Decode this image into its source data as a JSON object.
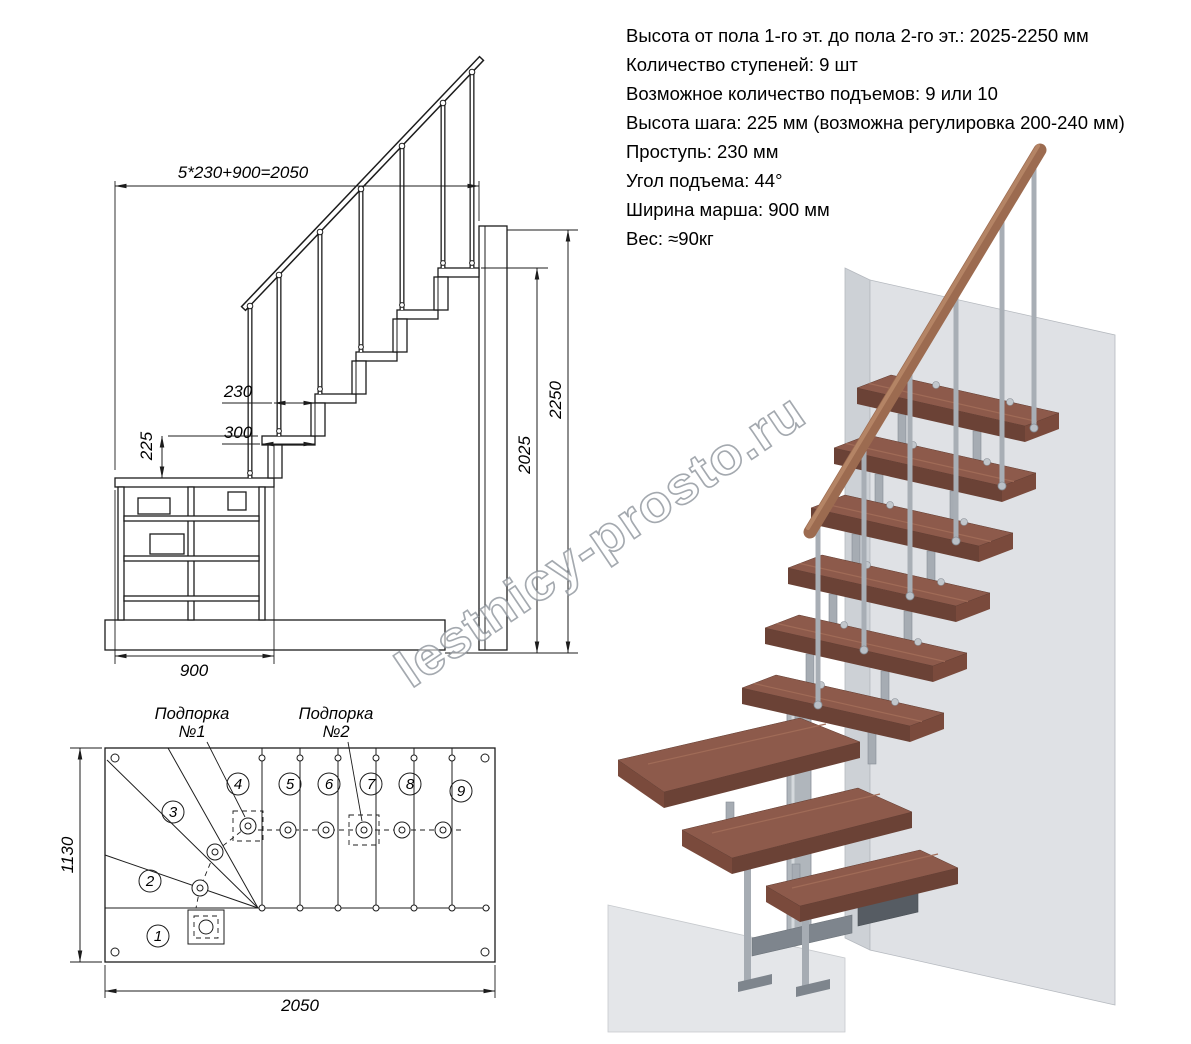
{
  "specs": {
    "lines": [
      "Высота от пола 1-го эт. до пола 2-го эт.: 2025-2250 мм",
      "Количество ступеней: 9 шт",
      "Возможное количество подъемов: 9 или 10",
      "Высота шага: 225 мм (возможна регулировка 200-240 мм)",
      "Проступь: 230 мм",
      "Угол подъема: 44°",
      "Ширина марша: 900 мм",
      "Вес: ≈90кг"
    ]
  },
  "side_view": {
    "dim_top": "5*230+900=2050",
    "dim_tread": "230",
    "dim_bottom_tread": "300",
    "dim_rise": "225",
    "dim_total": "2250",
    "dim_floor": "2025",
    "dim_march_width": "900"
  },
  "plan_view": {
    "support1": [
      "Подпорка",
      "№1"
    ],
    "support2": [
      "Подпорка",
      "№2"
    ],
    "dim_width": "1130",
    "dim_length": "2050",
    "steps": [
      "1",
      "2",
      "3",
      "4",
      "5",
      "6",
      "7",
      "8",
      "9"
    ]
  },
  "watermark": "lestnicy-prosto.ru",
  "colors": {
    "line": "#1c1c1c",
    "wood_top": "#8d5a4b",
    "wood_front": "#6b4236",
    "wood_side": "#7a4a3c",
    "metal": "#a6acb3",
    "metal_dark": "#7e858d",
    "wall": "#dfe1e5",
    "floor": "#e4e6e9",
    "rail_wood": "#9c6b50"
  }
}
